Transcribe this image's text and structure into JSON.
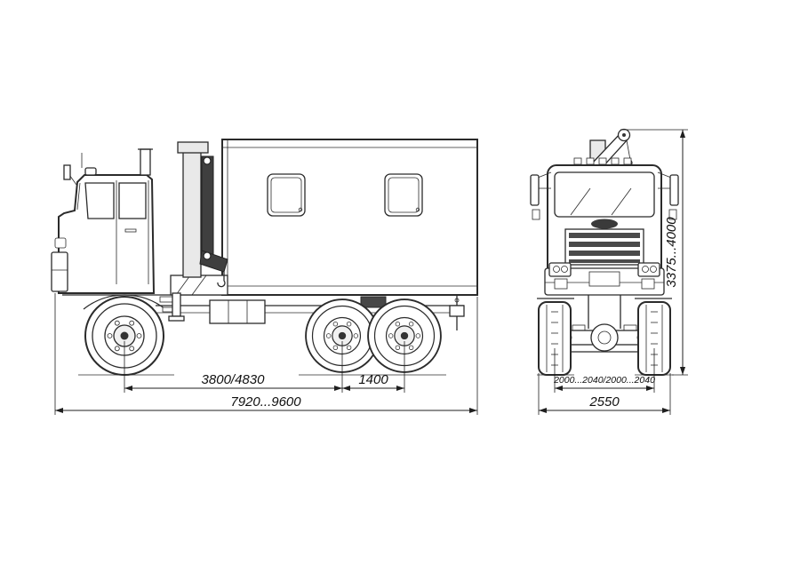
{
  "drawing": {
    "line_color": "#2b2b2b",
    "dimension_color": "#1f1f1f",
    "background": "#ffffff"
  },
  "dimensions": {
    "side_view": {
      "wheelbase": "3800/4830",
      "bogie_spacing": "1400",
      "overall_length": "7920...9600"
    },
    "front_view": {
      "track_widths": "2000...2040/2000...2040",
      "overall_width": "2550",
      "overall_height": "3375...4000"
    }
  }
}
